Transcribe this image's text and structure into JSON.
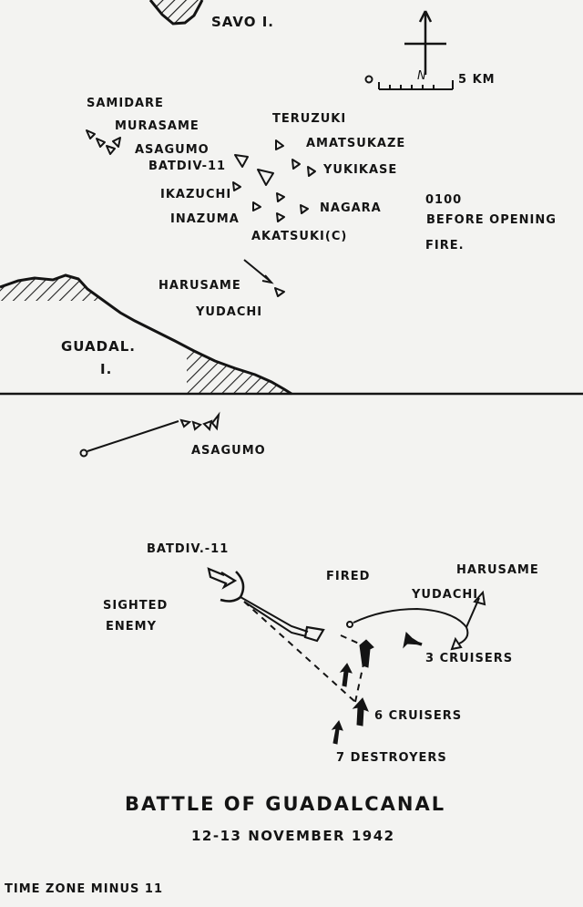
{
  "top_panel": {
    "island_savo": "SAVO I.",
    "island_guadal_line1": "GUADAL.",
    "island_guadal_line2": "I.",
    "scale_label": "5 KM",
    "north_label": "N",
    "time_line1": "0100",
    "time_line2": "BEFORE OPENING",
    "time_line3": "FIRE.",
    "ships": {
      "samidare": "SAMIDARE",
      "murasame": "MURASAME",
      "asagumo": "ASAGUMO",
      "batdiv": "BATDIV-11",
      "ikazuchi": "IKAZUCHI",
      "inazuma": "INAZUMA",
      "teruzuki": "TERUZUKI",
      "amatsukaze": "AMATSUKAZE",
      "yukikase": "YUKIKASE",
      "nagara": "NAGARA",
      "akatsuki": "AKATSUKI(C)",
      "harusame": "HARUSAME",
      "yudachi": "YUDACHI"
    }
  },
  "bottom_panel": {
    "asagumo": "ASAGUMO",
    "batdiv": "BATDIV.-11",
    "sighted_line1": "SIGHTED",
    "sighted_line2": "ENEMY",
    "fired": "FIRED",
    "harusame": "HARUSAME",
    "yudachi": "YUDACHI",
    "cruisers_3": "3 CRUISERS",
    "cruisers_6": "6 CRUISERS",
    "destroyers_7": "7 DESTROYERS"
  },
  "title": "BATTLE OF GUADALCANAL",
  "subtitle": "12-13 NOVEMBER 1942",
  "time_zone": "TIME ZONE MINUS 11"
}
